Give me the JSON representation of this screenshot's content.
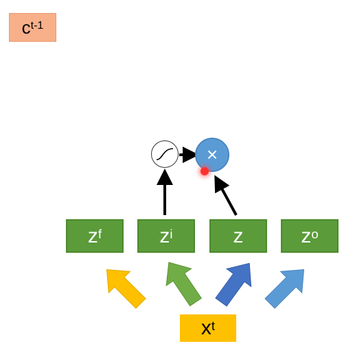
{
  "cell_prev": {
    "base": "c",
    "sup": "t-1"
  },
  "gates": [
    {
      "base": "z",
      "sup": "f"
    },
    {
      "base": "z",
      "sup": "i"
    },
    {
      "base": "z",
      "sup": ""
    },
    {
      "base": "z",
      "sup": "o"
    }
  ],
  "input": {
    "base": "x",
    "sup": "t"
  },
  "multiply_symbol": "×",
  "icons": {
    "sigmoid": "sigmoid-curve-icon",
    "multiply": "multiply-icon"
  },
  "colors": {
    "gate": "#5b9b3a",
    "input": "#ffc000",
    "cell": "#f7b08a",
    "multiply": "#5b9bd5",
    "arrow_yellow": "#ffc000",
    "arrow_green": "#70ad47",
    "arrow_blue": "#4472c4",
    "arrow_lightblue": "#5b9bd5"
  }
}
